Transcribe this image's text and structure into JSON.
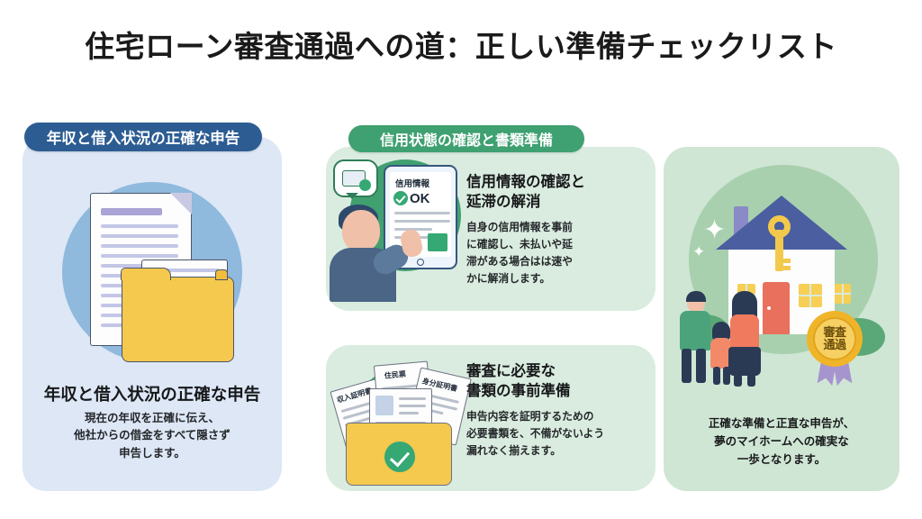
{
  "title": "住宅ローン審査通過への道：正しい準備チェックリスト",
  "colors": {
    "blue_pill": "#2c5c92",
    "green_pill": "#3fa071",
    "card_blue": "#dde7f5",
    "card_green": "#d9ecdf",
    "card_mint": "#cfe6d4",
    "accent_green": "#35a873",
    "folder_yellow": "#f5c84e",
    "badge_gold": "#f0b429"
  },
  "columns": {
    "left": {
      "pill_label": "年収と借入状況の正確な申告",
      "heading": "年収と借入状況の正確な申告",
      "body": "現在の年収を正確に伝え、\n他社からの借金をすべて隠さず\n申告します。",
      "illustration": "documents-folder-icon"
    },
    "middle": {
      "pill_label": "信用状態の確認と書類準備",
      "cards": [
        {
          "heading": "信用情報の確認と\n延滞の解消",
          "body": "自身の信用情報を事前\nに確認し、未払いや延\n滞がある場合はは速や\nかに解消します。",
          "illustration": "person-tablet-credit-check-icon",
          "tablet_label": "信用情報",
          "tablet_status": "OK"
        },
        {
          "heading": "審査に必要な\n書類の事前準備",
          "body": "申告内容を証明するための\n必要書類を、不備がないよう\n漏れなく揃えます。",
          "illustration": "documents-checkmark-folder-icon",
          "document_labels": [
            "収入証明書",
            "住民票",
            "身分証明書"
          ]
        }
      ]
    },
    "right": {
      "body": "正確な準備と正直な申告が、\n夢のマイホームへの確実な\n一歩となります。",
      "illustration": "family-house-key-icon",
      "badge_label": "審査\n通過"
    }
  }
}
